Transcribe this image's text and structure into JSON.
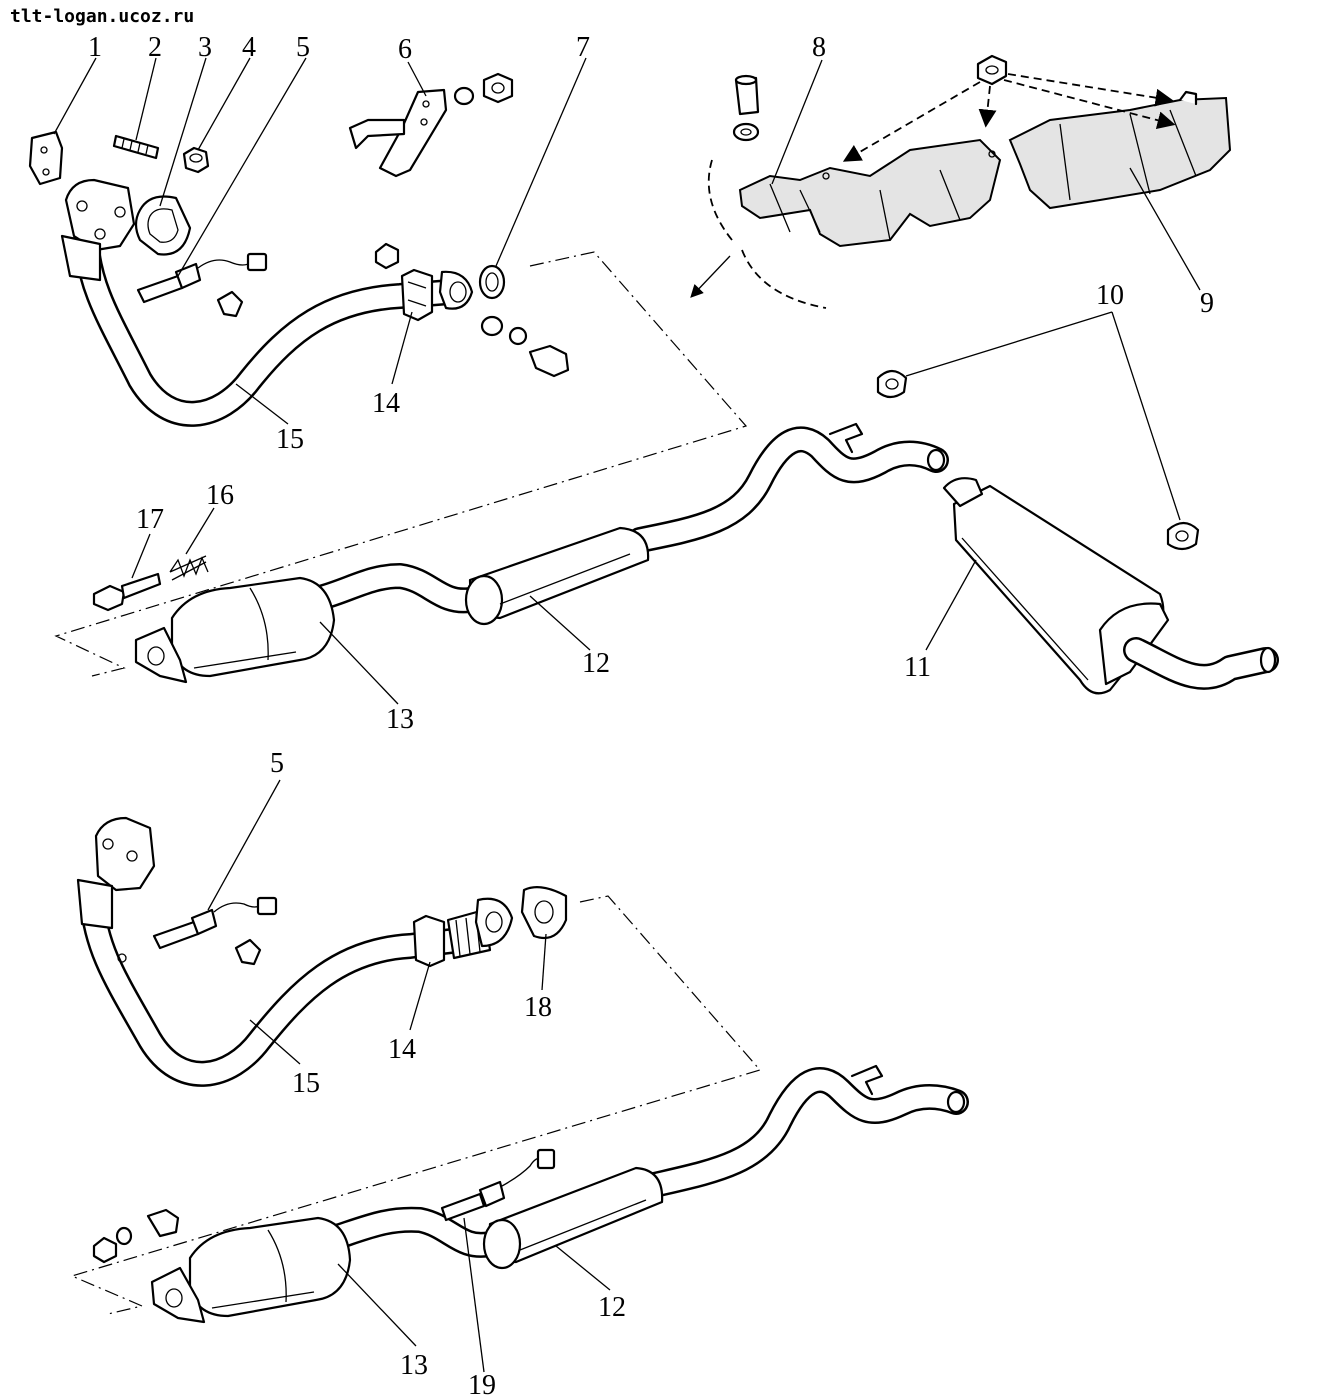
{
  "watermark": "tlt-logan.ucoz.ru",
  "callouts": {
    "c1": "1",
    "c2": "2",
    "c3": "3",
    "c4": "4",
    "c5": "5",
    "c6": "6",
    "c7": "7",
    "c8": "8",
    "c9": "9",
    "c10": "10",
    "c11": "11",
    "c12": "12",
    "c13": "13",
    "c14": "14",
    "c15": "15",
    "c16": "16",
    "c17": "17",
    "c18": "18",
    "c19": "19"
  }
}
